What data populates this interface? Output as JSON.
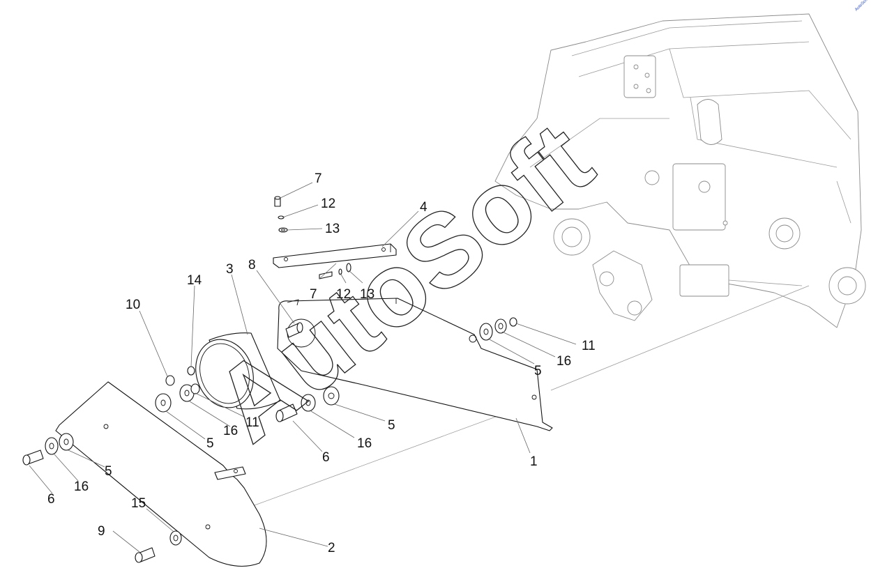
{
  "watermark": {
    "text": "AutoSoft",
    "corner_mark": "AutoSoft"
  },
  "callouts": [
    {
      "id": "c-7-top",
      "label": "7"
    },
    {
      "id": "c-12-top",
      "label": "12"
    },
    {
      "id": "c-13-top",
      "label": "13"
    },
    {
      "id": "c-4",
      "label": "4"
    },
    {
      "id": "c-3",
      "label": "3"
    },
    {
      "id": "c-8",
      "label": "8"
    },
    {
      "id": "c-7-mid",
      "label": "7"
    },
    {
      "id": "c-12-mid",
      "label": "12"
    },
    {
      "id": "c-13-mid",
      "label": "13"
    },
    {
      "id": "c-14",
      "label": "14"
    },
    {
      "id": "c-10",
      "label": "10"
    },
    {
      "id": "c-11-right",
      "label": "11"
    },
    {
      "id": "c-5-right",
      "label": "5"
    },
    {
      "id": "c-16-right",
      "label": "16"
    },
    {
      "id": "c-5-mid",
      "label": "5"
    },
    {
      "id": "c-11-mid",
      "label": "11"
    },
    {
      "id": "c-16-mid",
      "label": "16"
    },
    {
      "id": "c-5-left",
      "label": "5"
    },
    {
      "id": "c-16-center",
      "label": "16"
    },
    {
      "id": "c-6-mid",
      "label": "6"
    },
    {
      "id": "c-1",
      "label": "1"
    },
    {
      "id": "c-5-low",
      "label": "5"
    },
    {
      "id": "c-16-low",
      "label": "16"
    },
    {
      "id": "c-6-low",
      "label": "6"
    },
    {
      "id": "c-15",
      "label": "15"
    },
    {
      "id": "c-9",
      "label": "9"
    },
    {
      "id": "c-2",
      "label": "2"
    }
  ]
}
